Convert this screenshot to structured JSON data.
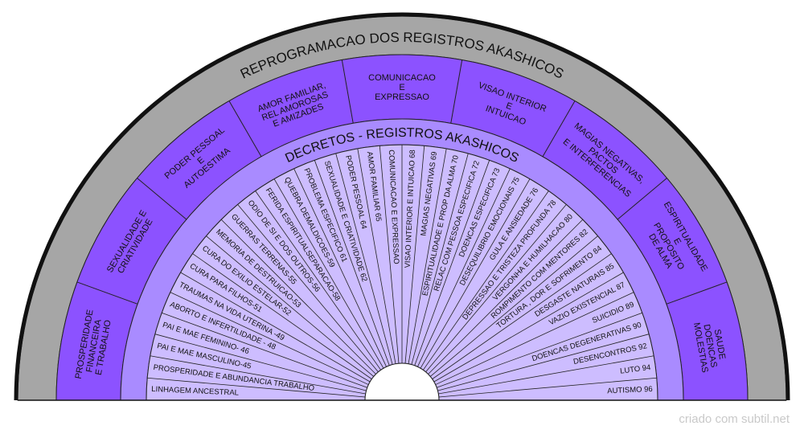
{
  "outer_title": "REPROGRAMACAO DOS  REGISTROS AKASHICOS",
  "inner_title": "DECRETOS - REGISTROS AKASHICOS",
  "credit": "criado com subtil.net",
  "colors": {
    "outer_ring": "#a6a6a6",
    "category_ring": "#8c52ff",
    "inner_band": "#a98bff",
    "spokes_fill": "#cdbdff",
    "line": "#222222"
  },
  "categories": [
    {
      "lines": [
        "PROSPERIDADE",
        "FINANCEIRA",
        "E TRABALHO"
      ]
    },
    {
      "lines": [
        "SEXUALIDADE E",
        "CRIATIVIDADE"
      ]
    },
    {
      "lines": [
        "PODER PESSOAL",
        "E",
        "AUTOESTIMA"
      ]
    },
    {
      "lines": [
        "AMOR FAMILIAR,",
        "REL AMOROSAS",
        "E AMIZADES"
      ]
    },
    {
      "lines": [
        "COMUNICACAO",
        "E",
        "EXPRESSAO"
      ]
    },
    {
      "lines": [
        "VISAO INTERIOR",
        "E",
        "INTUICAO"
      ]
    },
    {
      "lines": [
        "MAGIAS NEGATIVAS,",
        "PACTOS",
        "E INTERFERENCIAS"
      ]
    },
    {
      "lines": [
        "ESPIRITUALIDADE",
        "E",
        "PROPOSITO",
        "DE ALMA"
      ]
    },
    {
      "lines": [
        "SAUDE",
        "DOENCAS",
        "MOLESTIAS"
      ]
    }
  ],
  "spokes": [
    "LINHAGEM ANCESTRAL",
    "PROSPERIDADE E ABUNDANCIA TRABALHO",
    "PAI E MAE MASCULINO-45",
    "PAI E MAE FEMININO- 46",
    "ABORTO E INFERTILIDADE - 48",
    "TRAUMAS NA VIDA UTERINA -49",
    "CURA PARA FILHOS-51",
    "CURA DO EXILIO ESTELAR-52",
    "MEMORIA DE DESTRUICAO-53",
    "GUERRAS TERRENAS-55",
    "ODIO DE SI E DOS OUTROS-56",
    "FERIDA ESPIRITUALSEPARACAO-58",
    "QUEBRA DEMALDICOES-59",
    "PROBLEMA ESPECIFICO 61",
    "SEXUALIDADE E CRIATIVIDADE 62",
    "PODER PESSOAL 64",
    "AMOR FAMILIAR 65",
    "COMUNICACAO E EXPRESSAO",
    "VISAO INTERIOR E INTUICAO 68",
    "MAGIAS NEGATIVAS 69",
    "ESPIRITUALIDADE E PROP DA ALMA 70",
    "RELAC COM PESSOA ESPECIFICA 72",
    "DOENCAS ESPECIFICA 73",
    "DESEQUILIBRIO EMOCIONAIS 75",
    "GULA E ANSIEDADE 76",
    "DEPRESSAO E TRISTEZA PROFUNDA 78",
    "VERGONHA E HUMILHACAO 80",
    "ROMPIMENTO COM MENTORES 82",
    "TORTURA , DOR E SOFRIMENTO 84",
    "DESGASTE NATURAIS 85",
    "VAZIO EXISTENCIAL 87",
    "SUICIDIO 89",
    "DOENCAS DEGENERATIVAS 90",
    "DESENCONTROS 92",
    "LUTO 94",
    "AUTISMO 96"
  ]
}
